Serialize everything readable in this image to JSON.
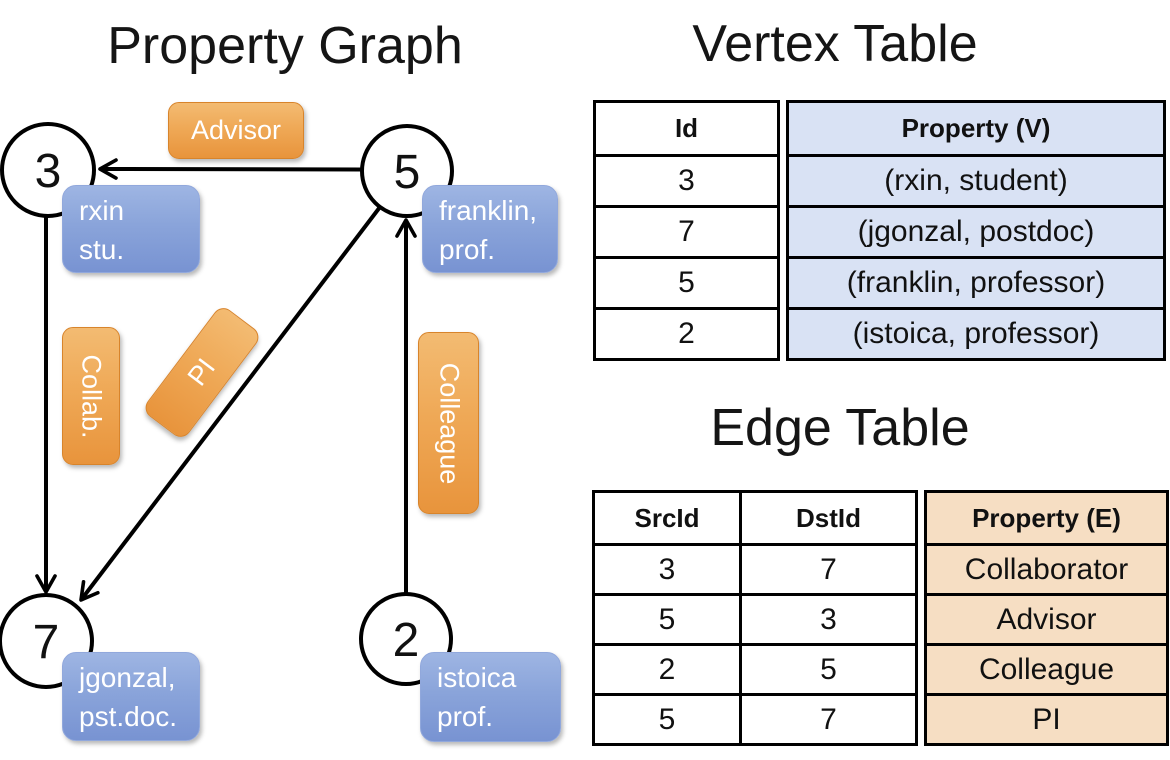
{
  "graph": {
    "title": "Property Graph",
    "nodes": [
      {
        "id": "3",
        "property_line1": "rxin",
        "property_line2": "stu."
      },
      {
        "id": "5",
        "property_line1": "franklin,",
        "property_line2": "prof."
      },
      {
        "id": "7",
        "property_line1": "jgonzal,",
        "property_line2": "pst.doc."
      },
      {
        "id": "2",
        "property_line1": "istoica",
        "property_line2": "prof."
      }
    ],
    "edges": [
      {
        "src": "5",
        "dst": "3",
        "label": "Advisor"
      },
      {
        "src": "3",
        "dst": "7",
        "label": "Collab."
      },
      {
        "src": "5",
        "dst": "7",
        "label": "PI"
      },
      {
        "src": "2",
        "dst": "5",
        "label": "Colleague"
      }
    ]
  },
  "vertex_table": {
    "title": "Vertex Table",
    "headers": [
      "Id",
      "Property (V)"
    ],
    "rows": [
      [
        "3",
        "(rxin, student)"
      ],
      [
        "7",
        "(jgonzal, postdoc)"
      ],
      [
        "5",
        "(franklin, professor)"
      ],
      [
        "2",
        "(istoica, professor)"
      ]
    ]
  },
  "edge_table": {
    "title": "Edge Table",
    "headers": [
      "SrcId",
      "DstId",
      "Property (E)"
    ],
    "rows": [
      [
        "3",
        "7",
        "Collaborator"
      ],
      [
        "5",
        "3",
        "Advisor"
      ],
      [
        "2",
        "5",
        "Colleague"
      ],
      [
        "5",
        "7",
        "PI"
      ]
    ]
  },
  "colors": {
    "edge_label_orange": "#E8943C",
    "node_property_blue": "#7893D2",
    "vertex_property_fill": "#D9E2F4",
    "edge_property_fill": "#F6DEC3",
    "line_black": "#000000"
  }
}
